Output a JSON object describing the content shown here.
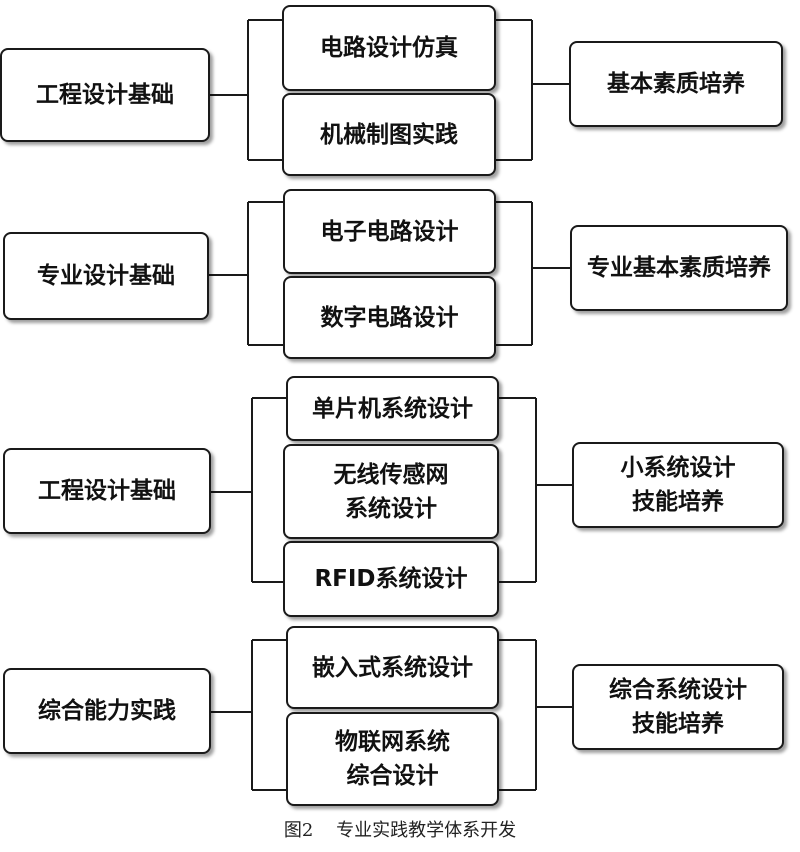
{
  "rows": [
    {
      "left": "工程设计基础",
      "middle": [
        [
          "电路设计仿真"
        ],
        [
          "机械制图实践"
        ]
      ],
      "right": [
        "基本素质培养"
      ]
    },
    {
      "left": "专业设计基础",
      "middle": [
        [
          "电子电路设计"
        ],
        [
          "数字电路设计"
        ]
      ],
      "right": [
        "专业基本素质培养"
      ]
    },
    {
      "left": "工程设计基础",
      "middle": [
        [
          "单片机系统设计"
        ],
        [
          "无线传感网",
          "系统设计"
        ],
        [
          "RFID系统设计"
        ]
      ],
      "right": [
        "小系统设计",
        "技能培养"
      ]
    },
    {
      "left": "综合能力实践",
      "middle": [
        [
          "嵌入式系统设计"
        ],
        [
          "物联网系统",
          "综合设计"
        ]
      ],
      "right": [
        "综合系统设计",
        "技能培养"
      ]
    }
  ],
  "caption": {
    "figure_number": "图2",
    "title": "专业实践教学体系开发"
  }
}
